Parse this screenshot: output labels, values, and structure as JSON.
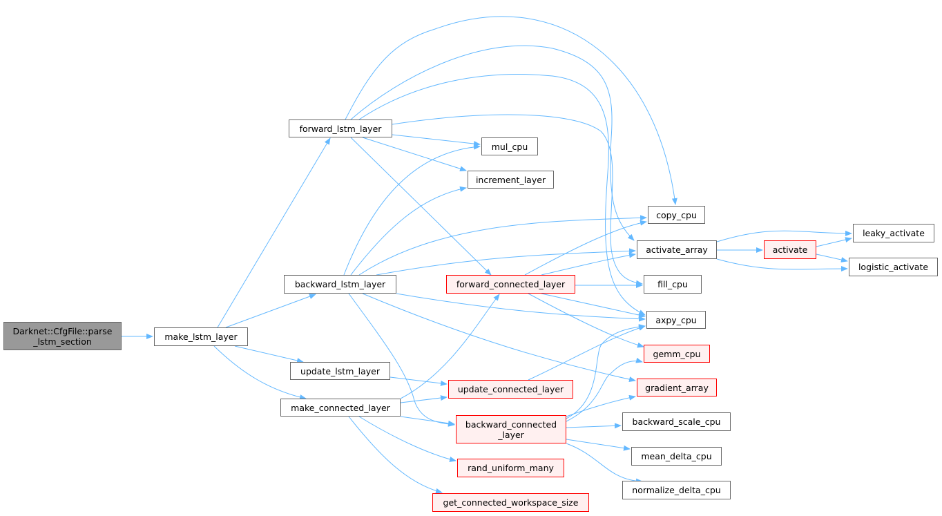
{
  "colors": {
    "edge": "#63b8ff",
    "root_fill": "#999999",
    "red_border": "#ff0000",
    "red_fill": "#fff0f0"
  },
  "nodes": {
    "parse": {
      "label": "Darknet::CfgFile::parse\n_lstm_section",
      "kind": "root"
    },
    "make_lstm_layer": {
      "label": "make_lstm_layer",
      "kind": "normal"
    },
    "forward_lstm_layer": {
      "label": "forward_lstm_layer",
      "kind": "normal"
    },
    "backward_lstm_layer": {
      "label": "backward_lstm_layer",
      "kind": "normal"
    },
    "update_lstm_layer": {
      "label": "update_lstm_layer",
      "kind": "normal"
    },
    "make_connected_layer": {
      "label": "make_connected_layer",
      "kind": "normal"
    },
    "mul_cpu": {
      "label": "mul_cpu",
      "kind": "normal"
    },
    "increment_layer": {
      "label": "increment_layer",
      "kind": "normal"
    },
    "copy_cpu": {
      "label": "copy_cpu",
      "kind": "normal"
    },
    "activate_array": {
      "label": "activate_array",
      "kind": "normal"
    },
    "forward_connected_layer": {
      "label": "forward_connected_layer",
      "kind": "red"
    },
    "fill_cpu": {
      "label": "fill_cpu",
      "kind": "normal"
    },
    "axpy_cpu": {
      "label": "axpy_cpu",
      "kind": "normal"
    },
    "gemm_cpu": {
      "label": "gemm_cpu",
      "kind": "red"
    },
    "gradient_array": {
      "label": "gradient_array",
      "kind": "red"
    },
    "update_connected_layer": {
      "label": "update_connected_layer",
      "kind": "red"
    },
    "backward_connected_layer": {
      "label": "backward_connected\n_layer",
      "kind": "red"
    },
    "backward_scale_cpu": {
      "label": "backward_scale_cpu",
      "kind": "normal"
    },
    "mean_delta_cpu": {
      "label": "mean_delta_cpu",
      "kind": "normal"
    },
    "normalize_delta_cpu": {
      "label": "normalize_delta_cpu",
      "kind": "normal"
    },
    "rand_uniform_many": {
      "label": "rand_uniform_many",
      "kind": "red"
    },
    "get_connected_workspace_size": {
      "label": "get_connected_workspace_size",
      "kind": "red"
    },
    "activate": {
      "label": "activate",
      "kind": "red"
    },
    "leaky_activate": {
      "label": "leaky_activate",
      "kind": "normal"
    },
    "logistic_activate": {
      "label": "logistic_activate",
      "kind": "normal"
    }
  },
  "edges": [
    [
      "parse",
      "make_lstm_layer"
    ],
    [
      "make_lstm_layer",
      "forward_lstm_layer"
    ],
    [
      "make_lstm_layer",
      "backward_lstm_layer"
    ],
    [
      "make_lstm_layer",
      "update_lstm_layer"
    ],
    [
      "make_lstm_layer",
      "make_connected_layer"
    ],
    [
      "forward_lstm_layer",
      "mul_cpu"
    ],
    [
      "forward_lstm_layer",
      "increment_layer"
    ],
    [
      "forward_lstm_layer",
      "forward_connected_layer"
    ],
    [
      "forward_lstm_layer",
      "copy_cpu"
    ],
    [
      "forward_lstm_layer",
      "activate_array"
    ],
    [
      "forward_lstm_layer",
      "fill_cpu"
    ],
    [
      "forward_lstm_layer",
      "axpy_cpu"
    ],
    [
      "backward_lstm_layer",
      "mul_cpu"
    ],
    [
      "backward_lstm_layer",
      "increment_layer"
    ],
    [
      "backward_lstm_layer",
      "copy_cpu"
    ],
    [
      "backward_lstm_layer",
      "activate_array"
    ],
    [
      "backward_lstm_layer",
      "axpy_cpu"
    ],
    [
      "backward_lstm_layer",
      "gradient_array"
    ],
    [
      "backward_lstm_layer",
      "backward_connected_layer"
    ],
    [
      "update_lstm_layer",
      "update_connected_layer"
    ],
    [
      "make_connected_layer",
      "forward_connected_layer"
    ],
    [
      "make_connected_layer",
      "update_connected_layer"
    ],
    [
      "make_connected_layer",
      "backward_connected_layer"
    ],
    [
      "make_connected_layer",
      "rand_uniform_many"
    ],
    [
      "make_connected_layer",
      "get_connected_workspace_size"
    ],
    [
      "forward_connected_layer",
      "copy_cpu"
    ],
    [
      "forward_connected_layer",
      "activate_array"
    ],
    [
      "forward_connected_layer",
      "fill_cpu"
    ],
    [
      "forward_connected_layer",
      "axpy_cpu"
    ],
    [
      "forward_connected_layer",
      "gemm_cpu"
    ],
    [
      "update_connected_layer",
      "axpy_cpu"
    ],
    [
      "backward_connected_layer",
      "axpy_cpu"
    ],
    [
      "backward_connected_layer",
      "gemm_cpu"
    ],
    [
      "backward_connected_layer",
      "gradient_array"
    ],
    [
      "backward_connected_layer",
      "backward_scale_cpu"
    ],
    [
      "backward_connected_layer",
      "mean_delta_cpu"
    ],
    [
      "backward_connected_layer",
      "normalize_delta_cpu"
    ],
    [
      "activate_array",
      "activate"
    ],
    [
      "activate_array",
      "leaky_activate"
    ],
    [
      "activate_array",
      "logistic_activate"
    ],
    [
      "activate",
      "leaky_activate"
    ],
    [
      "activate",
      "logistic_activate"
    ]
  ]
}
